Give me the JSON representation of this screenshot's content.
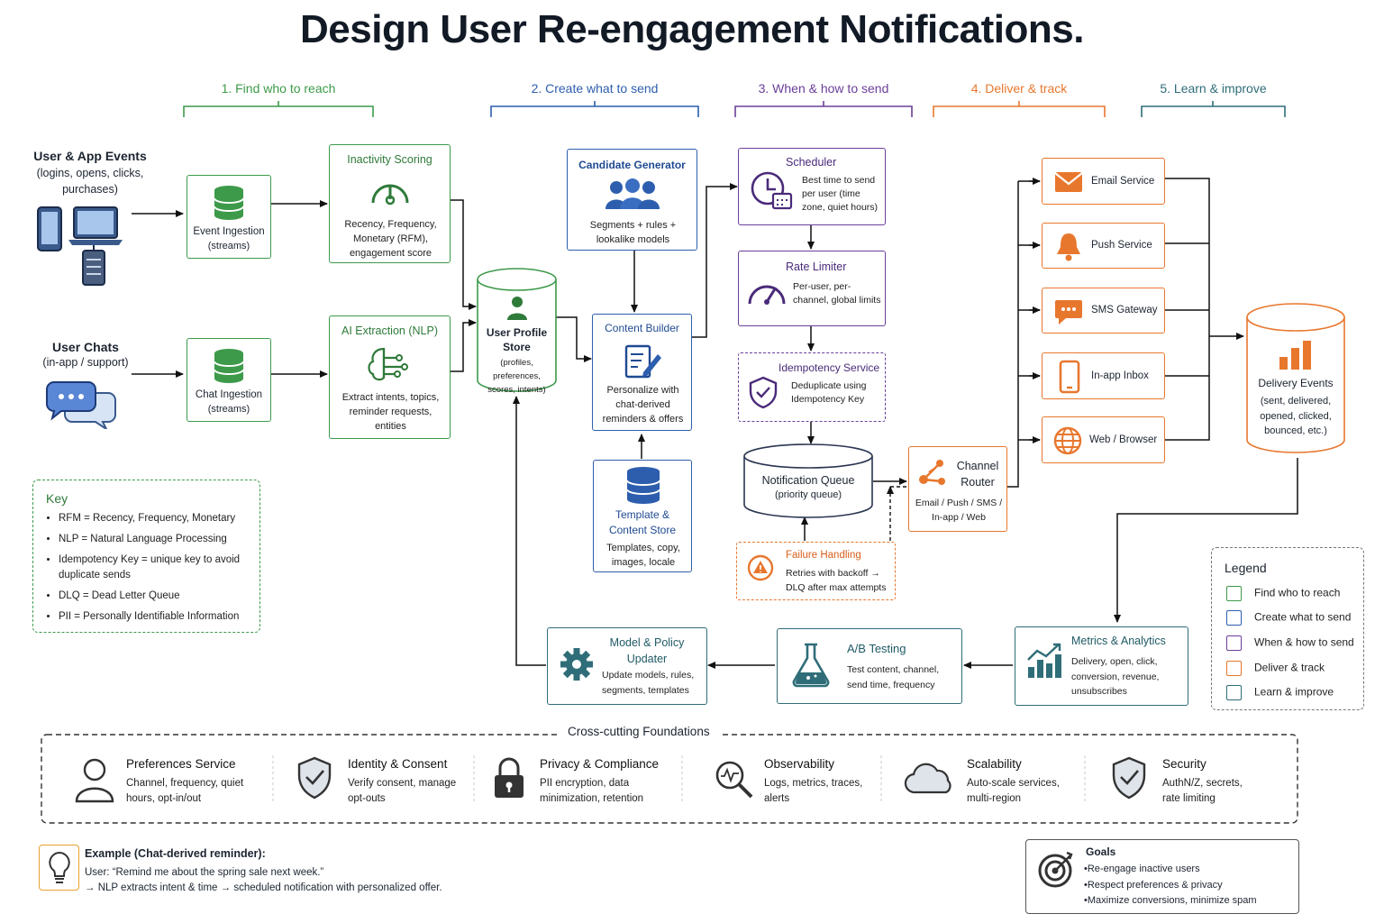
{
  "title": "Design User Re-engagement Notifications.",
  "phases": [
    {
      "label": "1. Find who to reach",
      "color": "#3d9a4a"
    },
    {
      "label": "2. Create what to send",
      "color": "#2d5eae"
    },
    {
      "label": "3. When & how to send",
      "color": "#6a3f9a"
    },
    {
      "label": "4. Deliver & track",
      "color": "#e8772e"
    },
    {
      "label": "5. Learn & improve",
      "color": "#2f6d78"
    }
  ],
  "sources": {
    "events_title": "User & App Events",
    "events_sub": "(logins, opens, clicks, purchases)",
    "chats_title": "User Chats",
    "chats_sub": "(in-app / support)"
  },
  "nodes": {
    "event_ingestion": {
      "title": "Event Ingestion",
      "text": "(streams)"
    },
    "chat_ingestion": {
      "title": "Chat Ingestion",
      "text": "(streams)"
    },
    "inactivity": {
      "title": "Inactivity Scoring",
      "text": "Recency, Frequency, Monetary (RFM), engagement score"
    },
    "ai_extraction": {
      "title": "AI Extraction (NLP)",
      "text": "Extract intents, topics, reminder requests, entities"
    },
    "profile_store": {
      "title": "User Profile Store",
      "text": "(profiles, preferences, scores, intents)"
    },
    "candidate": {
      "title": "Candidate Generator",
      "text": "Segments + rules + lookalike models"
    },
    "content_builder": {
      "title": "Content Builder",
      "text": "Personalize with chat-derived reminders & offers"
    },
    "template_store": {
      "title": "Template & Content Store",
      "text": "Templates, copy, images, locale"
    },
    "scheduler": {
      "title": "Scheduler",
      "text": "Best time to send per user (time zone, quiet hours)"
    },
    "rate_limiter": {
      "title": "Rate Limiter",
      "text": "Per-user, per-channel, global limits"
    },
    "idempotency": {
      "title": "Idempotency Service",
      "text": "Deduplicate using Idempotency Key"
    },
    "queue": {
      "title": "Notification Queue",
      "text": "(priority queue)"
    },
    "failure": {
      "title": "Failure Handling",
      "text": "Retries with backoff → DLQ after max attempts"
    },
    "router": {
      "title": "Channel Router",
      "text": "Email / Push / SMS / In-app / Web"
    },
    "email": {
      "title": "Email Service"
    },
    "push": {
      "title": "Push Service"
    },
    "sms": {
      "title": "SMS Gateway"
    },
    "inbox": {
      "title": "In-app Inbox"
    },
    "web": {
      "title": "Web / Browser"
    },
    "delivery": {
      "title": "Delivery Events",
      "text": "(sent, delivered, opened, clicked, bounced, etc.)"
    },
    "metrics": {
      "title": "Metrics & Analytics",
      "text": "Delivery, open, click, conversion, revenue, unsubscribes"
    },
    "ab": {
      "title": "A/B Testing",
      "text": "Test content, channel, send time, frequency"
    },
    "model": {
      "title": "Model & Policy Updater",
      "text": "Update models, rules, segments, templates"
    }
  },
  "key": {
    "title": "Key",
    "items": [
      "RFM  =  Recency, Frequency, Monetary",
      "NLP  =  Natural Language Processing",
      "Idempotency Key  =  unique key to avoid duplicate sends",
      "DLQ  =  Dead Letter Queue",
      "PII  =  Personally Identifiable Information"
    ]
  },
  "legend": {
    "title": "Legend",
    "items": [
      {
        "label": "Find who to reach",
        "color": "#3d9a4a"
      },
      {
        "label": "Create what to send",
        "color": "#2d5eae"
      },
      {
        "label": "When & how to send",
        "color": "#6a3f9a"
      },
      {
        "label": "Deliver & track",
        "color": "#e8772e"
      },
      {
        "label": "Learn & improve",
        "color": "#2f6d78"
      }
    ]
  },
  "foundations": {
    "title": "Cross-cutting Foundations",
    "items": [
      {
        "title": "Preferences Service",
        "text": "Channel, frequency, quiet hours, opt-in/out",
        "icon": "person-icon"
      },
      {
        "title": "Identity & Consent",
        "text": "Verify consent, manage opt-outs",
        "icon": "shield-check-icon"
      },
      {
        "title": "Privacy & Compliance",
        "text": "PII encryption, data minimization, retention",
        "icon": "lock-icon"
      },
      {
        "title": "Observability",
        "text": "Logs, metrics, traces, alerts",
        "icon": "magnifier-icon"
      },
      {
        "title": "Scalability",
        "text": "Auto-scale services, multi-region",
        "icon": "cloud-icon"
      },
      {
        "title": "Security",
        "text": "AuthN/Z, secrets, rate limiting",
        "icon": "shield-check-icon"
      }
    ]
  },
  "example": {
    "title": "Example (Chat-derived reminder):",
    "line1": "User: “Remind me about the spring sale next week.”",
    "line2": "→ NLP extracts intent & time → scheduled notification with personalized offer."
  },
  "goals": {
    "title": "Goals",
    "items": [
      "Re-engage inactive users",
      "Respect preferences & privacy",
      "Maximize conversions, minimize spam"
    ]
  },
  "colors": {
    "green": "#3d9a4a",
    "blue": "#2d5eae",
    "purple": "#6a3f9a",
    "orange": "#e8772e",
    "teal": "#2f6d78"
  }
}
